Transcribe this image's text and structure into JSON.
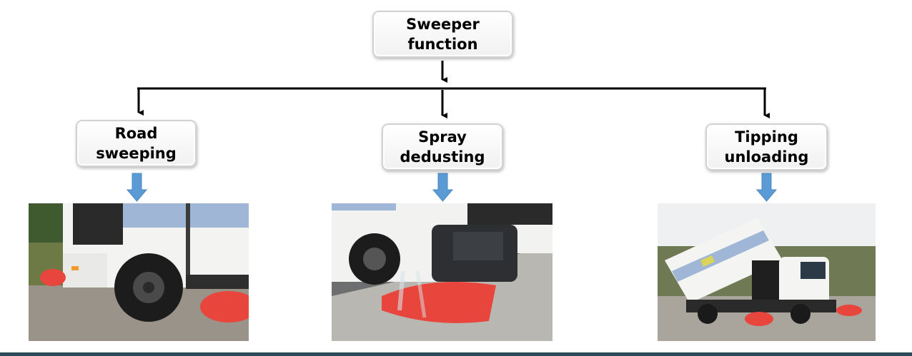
{
  "root": {
    "line1": "Sweeper",
    "line2": "function"
  },
  "children": [
    {
      "line1": "Road",
      "line2": "sweeping"
    },
    {
      "line1": "Spray",
      "line2": "dedusting"
    },
    {
      "line1": "Tipping",
      "line2": "unloading"
    }
  ],
  "colors": {
    "connector": "#000000",
    "block_arrow": "#5b9bd5",
    "brush": "#e8453c",
    "truck_body": "#f4f4f2",
    "truck_stripe": "#9fb6d6",
    "bottom_rule": "#2c4a5a"
  }
}
